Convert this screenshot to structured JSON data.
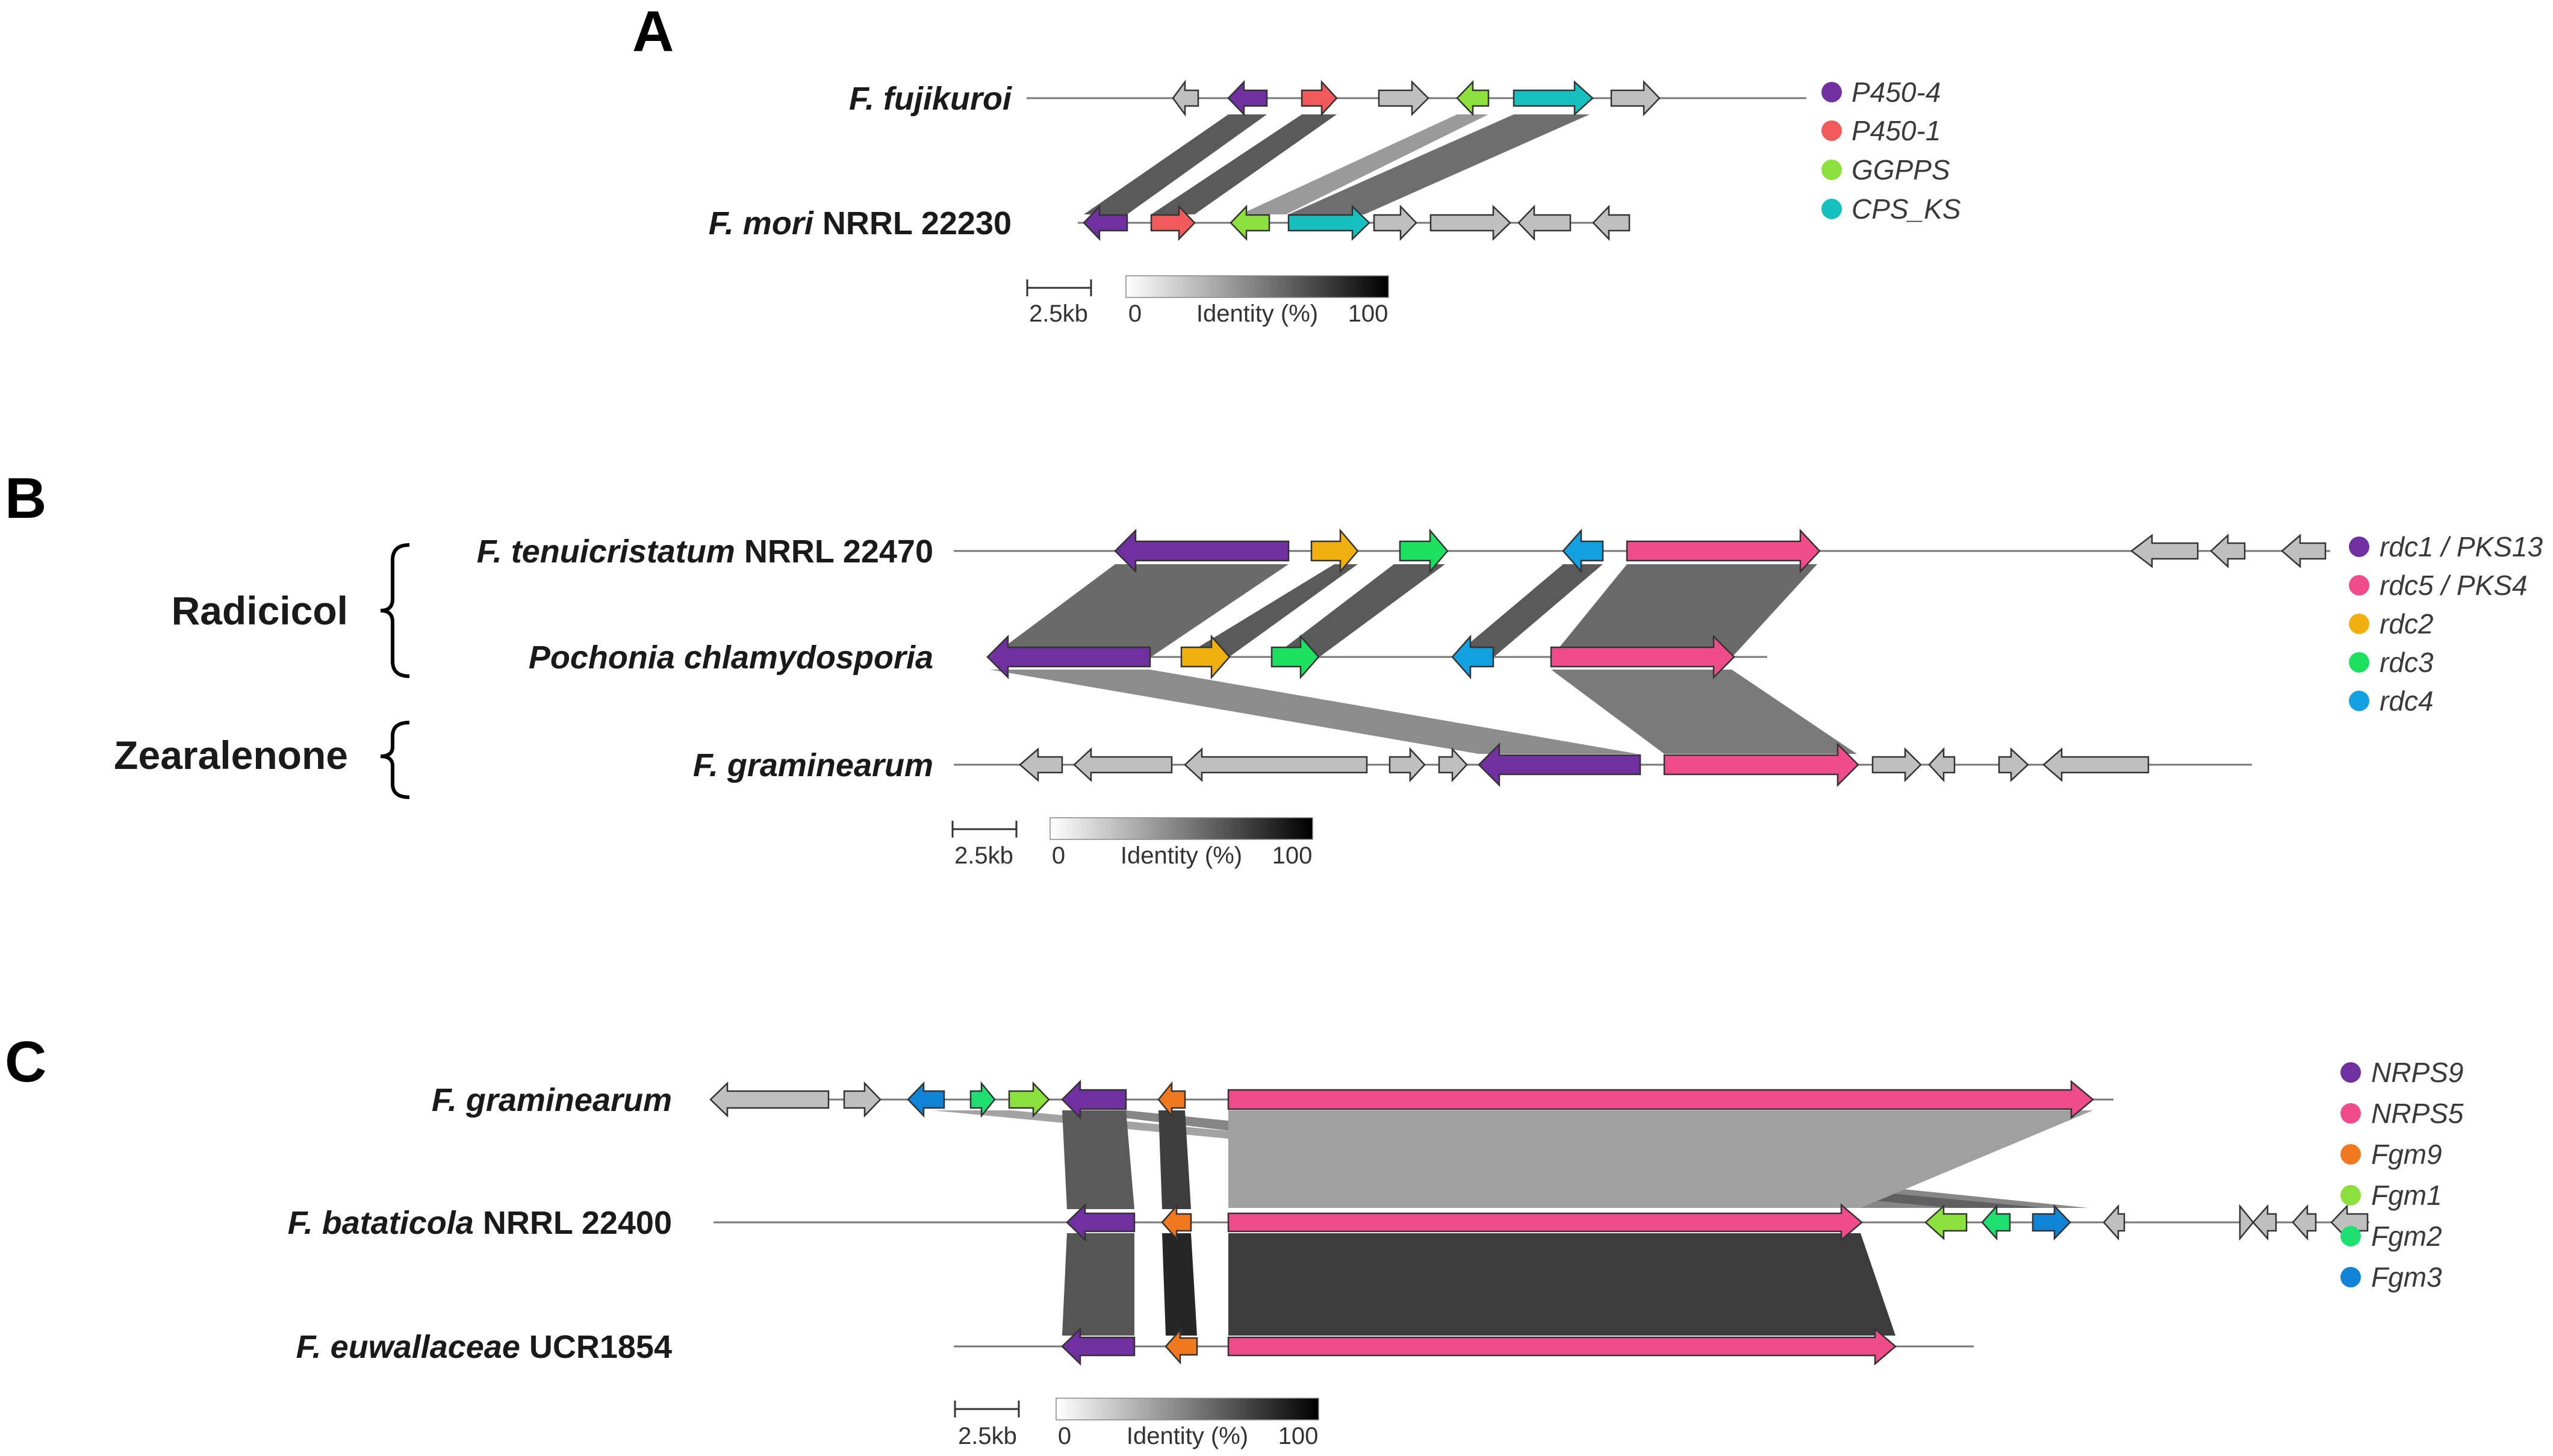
{
  "panels": [
    {
      "letter": "A",
      "tracks": [
        {
          "italic": "F. fujikuroi",
          "plain": ""
        },
        {
          "italic": "F. mori",
          "plain": " NRRL 22230"
        }
      ],
      "legend": [
        {
          "label": "P450-4",
          "color": "#7030A0"
        },
        {
          "label": "P450-1",
          "color": "#F05A5A"
        },
        {
          "label": "GGPPS",
          "color": "#8CE03C"
        },
        {
          "label": "CPS_KS",
          "color": "#16C0BE"
        }
      ],
      "scale": {
        "bar_label": "2.5kb",
        "identity_min": "0",
        "identity_label": "Identity (%)",
        "identity_max": "100"
      }
    },
    {
      "letter": "B",
      "groups": [
        {
          "label": "Radicicol"
        },
        {
          "label": "Zearalenone"
        }
      ],
      "tracks": [
        {
          "italic": "F. tenuicristatum",
          "plain": " NRRL 22470"
        },
        {
          "italic": "Pochonia chlamydosporia",
          "plain": ""
        },
        {
          "italic": "F. graminearum",
          "plain": ""
        }
      ],
      "legend": [
        {
          "label": "rdc1 / PKS13",
          "color": "#7030A0"
        },
        {
          "label": "rdc5 / PKS4",
          "color": "#F04C8C"
        },
        {
          "label": "rdc2",
          "color": "#F0B010"
        },
        {
          "label": "rdc3",
          "color": "#1EE060"
        },
        {
          "label": "rdc4",
          "color": "#12A0E0"
        }
      ],
      "scale": {
        "bar_label": "2.5kb",
        "identity_min": "0",
        "identity_label": "Identity (%)",
        "identity_max": "100"
      }
    },
    {
      "letter": "C",
      "tracks": [
        {
          "italic": "F. graminearum",
          "plain": ""
        },
        {
          "italic": "F. bataticola",
          "plain": " NRRL 22400"
        },
        {
          "italic": "F. euwallaceae",
          "plain": " UCR1854"
        }
      ],
      "legend": [
        {
          "label": "NRPS9",
          "color": "#7030A0"
        },
        {
          "label": "NRPS5",
          "color": "#F04C8C"
        },
        {
          "label": "Fgm9",
          "color": "#F07820"
        },
        {
          "label": "Fgm1",
          "color": "#8CE03C"
        },
        {
          "label": "Fgm2",
          "color": "#1EE070"
        },
        {
          "label": "Fgm3",
          "color": "#1284D8"
        }
      ],
      "scale": {
        "bar_label": "2.5kb",
        "identity_min": "0",
        "identity_label": "Identity (%)",
        "identity_max": "100"
      }
    }
  ]
}
